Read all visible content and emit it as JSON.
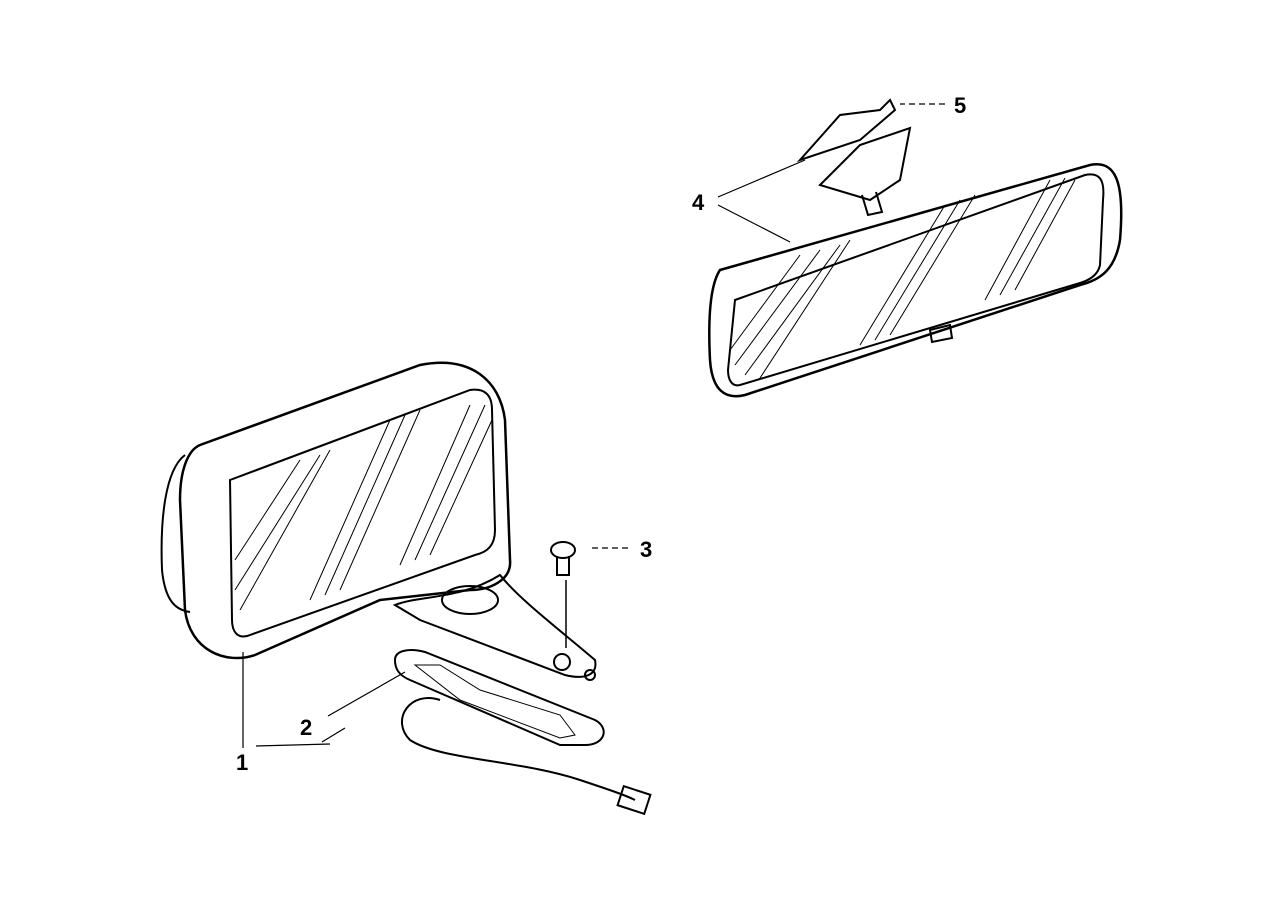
{
  "labels": {
    "l1": "1",
    "l2": "2",
    "l3": "3",
    "l4": "4",
    "l5": "5"
  },
  "colors": {
    "ink": "#000000",
    "background": "#ffffff"
  }
}
